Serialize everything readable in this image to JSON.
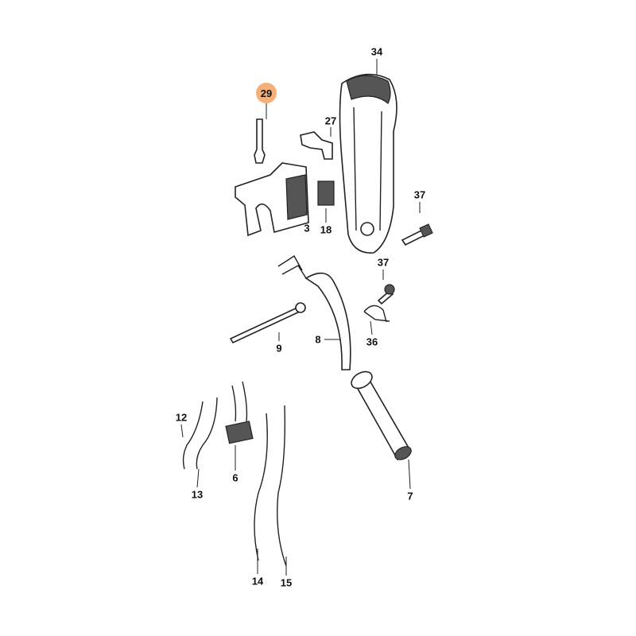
{
  "diagram": {
    "highlight_color": "#f5b07a",
    "callouts": [
      {
        "id": "34",
        "label": "34",
        "highlighted": false
      },
      {
        "id": "29",
        "label": "29",
        "highlighted": true
      },
      {
        "id": "27",
        "label": "27",
        "highlighted": false
      },
      {
        "id": "37a",
        "label": "37",
        "highlighted": false
      },
      {
        "id": "3",
        "label": "3",
        "highlighted": false
      },
      {
        "id": "18",
        "label": "18",
        "highlighted": false
      },
      {
        "id": "37b",
        "label": "37",
        "highlighted": false
      },
      {
        "id": "9",
        "label": "9",
        "highlighted": false
      },
      {
        "id": "8",
        "label": "8",
        "highlighted": false
      },
      {
        "id": "36",
        "label": "36",
        "highlighted": false
      },
      {
        "id": "12",
        "label": "12",
        "highlighted": false
      },
      {
        "id": "13",
        "label": "13",
        "highlighted": false
      },
      {
        "id": "6",
        "label": "6",
        "highlighted": false
      },
      {
        "id": "7",
        "label": "7",
        "highlighted": false
      },
      {
        "id": "14",
        "label": "14",
        "highlighted": false
      },
      {
        "id": "15",
        "label": "15",
        "highlighted": false
      }
    ]
  }
}
